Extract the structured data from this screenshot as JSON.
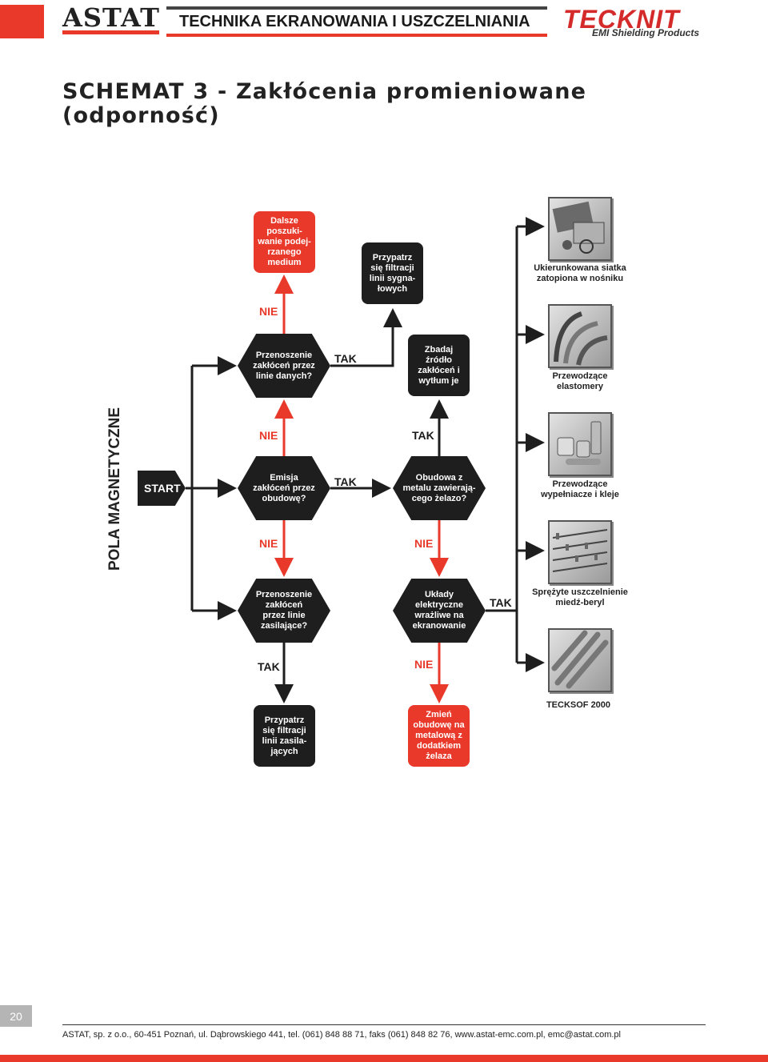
{
  "header": {
    "brand": "ASTAT",
    "title": "TECHNIKA EKRANOWANIA I USZCZELNIANIA",
    "partner_logo": "TECKNIT",
    "partner_sub": "EMI Shielding Products"
  },
  "page_title": "SCHEMAT 3 - Zakłócenia promieniowane (odporność)",
  "side_label": "POLA MAGNETYCZNE",
  "flow": {
    "start": "START",
    "emisja": "Emisja\nzakłóceń przez\nobudowę?",
    "linie_danych": "Przenoszenie\nzakłóceń przez\nlinie danych?",
    "linie_zasilajace": "Przenoszenie\nzakłóceń\nprzez linie\nzasilające?",
    "obudowa_metal": "Obudowa z\nmetalu zawierają-\ncego żelazo?",
    "uklady": "Układy\nelektryczne\nwrażliwe na\nekranowanie",
    "dalsze": "Dalsze\nposzuki-\nwanie podej-\nrzanego\nmedium",
    "filtracja_sygnal": "Przypatrz\nsię filtracji\nlinii sygna-\nłowych",
    "zbadaj": "Zbadaj\nźródło\nzakłóceń i\nwytłum je",
    "filtracja_zasil": "Przypatrz\nsię filtracji\nlinii zasila-\njących",
    "zmien": "Zmień\nobudowę na\nmetalową z\ndodatkiem\nżelaza",
    "tak": "TAK",
    "nie": "NIE"
  },
  "products": [
    {
      "caption": "Ukierunkowana siatka\nzatopiona w nośniku",
      "icon": "mesh-icon"
    },
    {
      "caption": "Przewodzące\nelastomery",
      "icon": "elastomer-icon"
    },
    {
      "caption": "Przewodzące\nwypełniacze i kleje",
      "icon": "adhesive-icon"
    },
    {
      "caption": "Sprężyte uszczelnienie\nmiedź-beryl",
      "icon": "spring-icon"
    },
    {
      "caption": "TECKSOF 2000",
      "icon": "tecksof-icon"
    }
  ],
  "footer": {
    "page_number": "20",
    "text": "ASTAT, sp. z o.o., 60-451 Poznań, ul. Dąbrowskiego 441, tel. (061) 848 88 71, faks (061) 848 82 76, www.astat-emc.com.pl, emc@astat.com.pl"
  },
  "colors": {
    "accent": "#e8392a",
    "dark": "#1e1e1e",
    "grey": "#b5b5b5"
  }
}
